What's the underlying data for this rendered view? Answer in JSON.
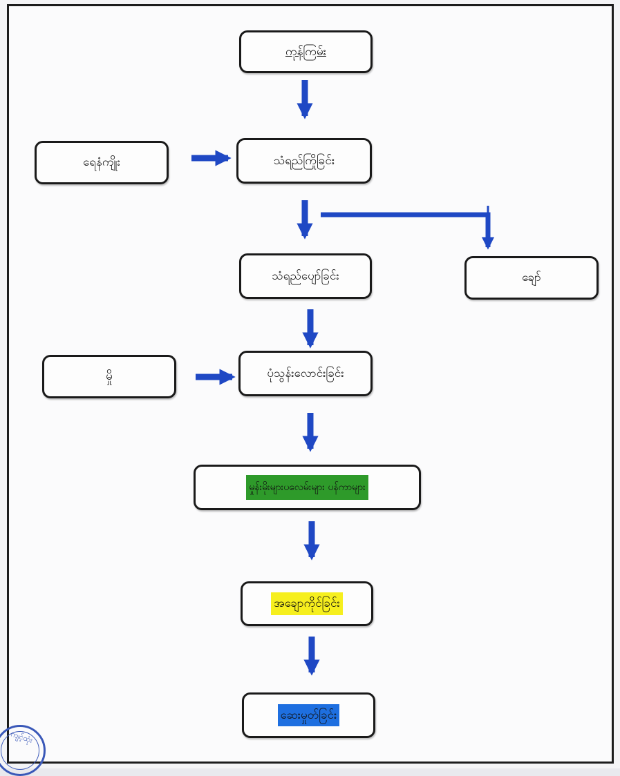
{
  "nodes": {
    "n1": {
      "label": "ကုန်ကြမ်း"
    },
    "n2": {
      "label": "သံရည်ကြိုခြင်း"
    },
    "n3": {
      "label": "ရေနံကျိုး"
    },
    "n4": {
      "label": "သံရည်ပျော်ခြင်း"
    },
    "n5": {
      "label": "ချော်"
    },
    "n6": {
      "label": "မှို"
    },
    "n7": {
      "label": "ပုံသွန်းလောင်းခြင်း"
    },
    "n8": {
      "label": "မှုန်းမိုးများပလေမ်းများ ပန်ကာများ"
    },
    "n9": {
      "label": "အချောကိုင်ခြင်း"
    },
    "n10": {
      "label": "ဆေးမှုတ်ခြင်း"
    }
  },
  "colors": {
    "arrow": "#1f48c4",
    "highlight_green": "#2e9a2a",
    "highlight_yellow": "#f6ef1e",
    "highlight_blue": "#1e6fe0",
    "border": "#1a1a1a"
  },
  "seal": {
    "text": "ကျင့်ထုံး"
  }
}
